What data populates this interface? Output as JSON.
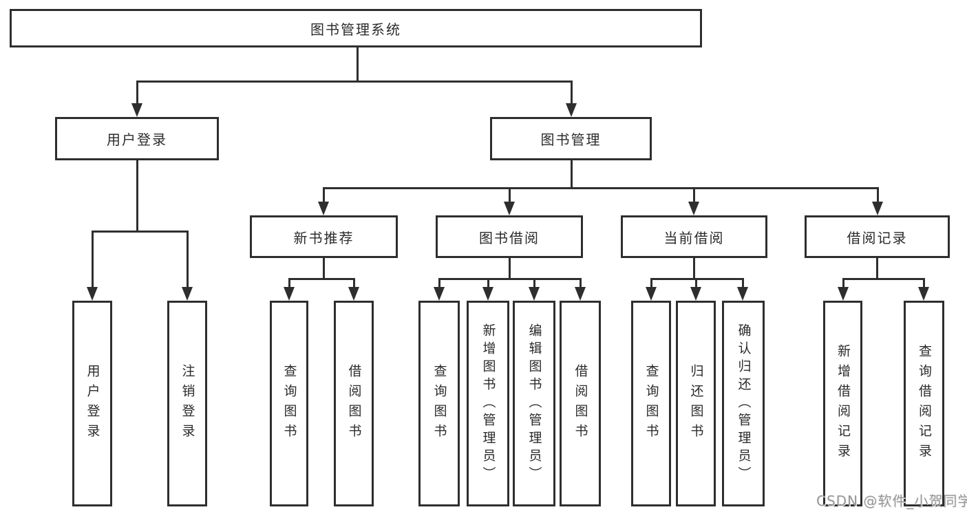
{
  "tree": {
    "root": {
      "label": "图书管理系统"
    },
    "level2": [
      {
        "label": "用户登录"
      },
      {
        "label": "图书管理"
      }
    ],
    "level3": [
      {
        "label": "新书推荐"
      },
      {
        "label": "图书借阅"
      },
      {
        "label": "当前借阅"
      },
      {
        "label": "借阅记录"
      }
    ],
    "leaves": [
      {
        "label": "用户登录"
      },
      {
        "label": "注销登录"
      },
      {
        "label": "查询图书"
      },
      {
        "label": "借阅图书"
      },
      {
        "label": "查询图书"
      },
      {
        "label": "新增图书（管理员）"
      },
      {
        "label": "编辑图书（管理员）"
      },
      {
        "label": "借阅图书"
      },
      {
        "label": "查询图书"
      },
      {
        "label": "归还图书"
      },
      {
        "label": "确认归还（管理员）"
      },
      {
        "label": "新增借阅记录"
      },
      {
        "label": "查询借阅记录"
      }
    ]
  },
  "watermark": "CSDN @软件_小贺同学",
  "colors": {
    "line": "#2e2e2e",
    "text": "#2b2b2b",
    "watermark": "#979797",
    "background": "#ffffff"
  }
}
